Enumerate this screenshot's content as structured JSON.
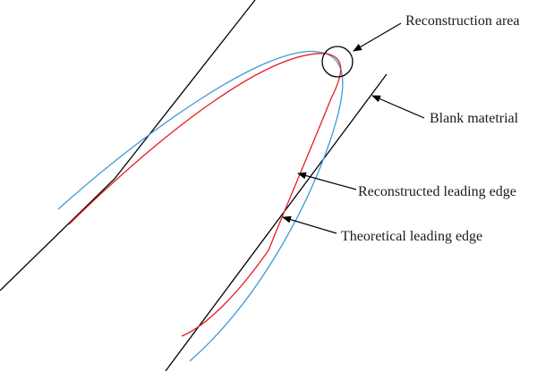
{
  "labels": {
    "reconstruction_area": "Reconstruction area",
    "blank_material": "Blank matetrial",
    "reconstructed_edge": "Reconstructed leading edge",
    "theoretical_edge": "Theoretical leading edge"
  },
  "colors": {
    "blank": "#000000",
    "reconstructed": "#e31e24",
    "theoretical": "#3d9ad8",
    "annotation": "#000000"
  }
}
